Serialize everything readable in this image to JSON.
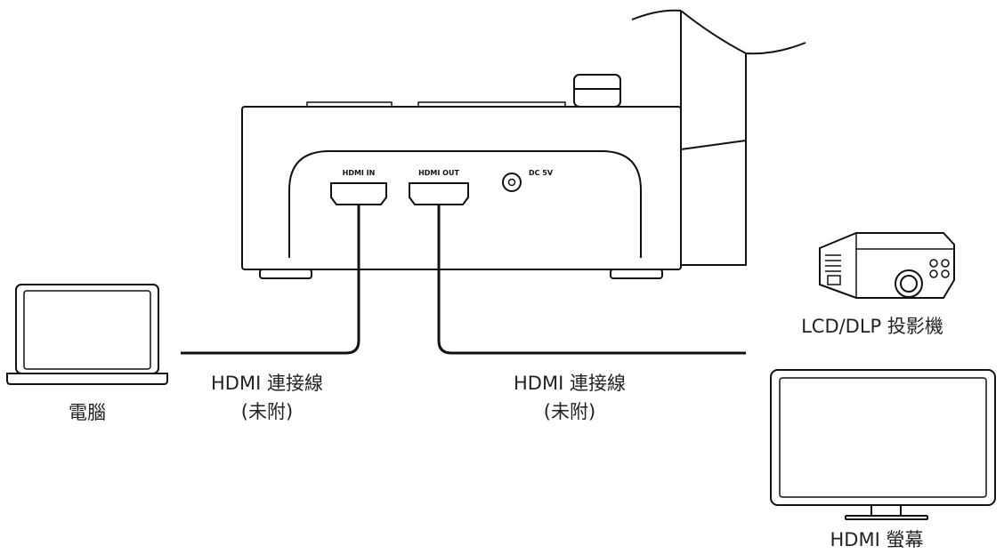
{
  "ports": {
    "hdmi_in": "HDMI IN",
    "hdmi_out": "HDMI OUT",
    "dc": "DC 5V"
  },
  "devices": {
    "computer": "電腦",
    "projector": "LCD/DLP 投影機",
    "monitor": "HDMI 螢幕"
  },
  "cables": {
    "left_line1": "HDMI 連接線",
    "left_line2": "(未附)",
    "right_line1": "HDMI 連接線",
    "right_line2": "(未附)"
  }
}
